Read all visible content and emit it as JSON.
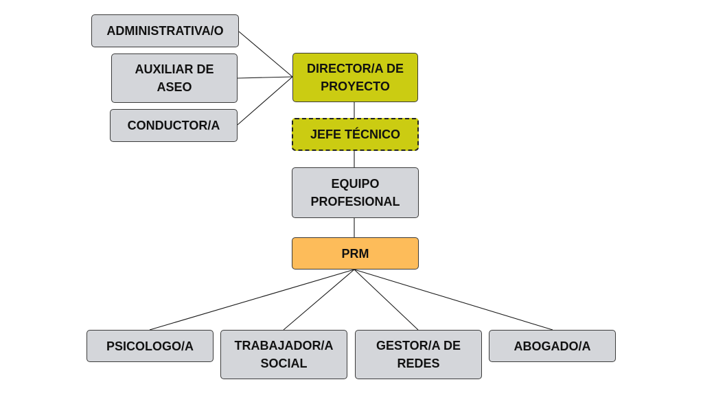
{
  "colors": {
    "neutral_box": "#d4d6da",
    "leadership_box": "#cbcc12",
    "program_box": "#fdbc5a",
    "connector": "#1a1a1a"
  },
  "boxes": {
    "administrativa": "ADMINISTRATIVA/O",
    "auxiliar_aseo": "AUXILIAR DE\nASEO",
    "conductor": "CONDUCTOR/A",
    "director": "DIRECTOR/A DE\nPROYECTO",
    "jefe_tecnico": "JEFE TÉCNICO",
    "equipo_profesional": "EQUIPO\nPROFESIONAL",
    "prm": "PRM",
    "psicologo": "PSICOLOGO/A",
    "trabajador_social": "TRABAJADOR/A\nSOCIAL",
    "gestor_redes": "GESTOR/A DE\nREDES",
    "abogado": "ABOGADO/A"
  }
}
